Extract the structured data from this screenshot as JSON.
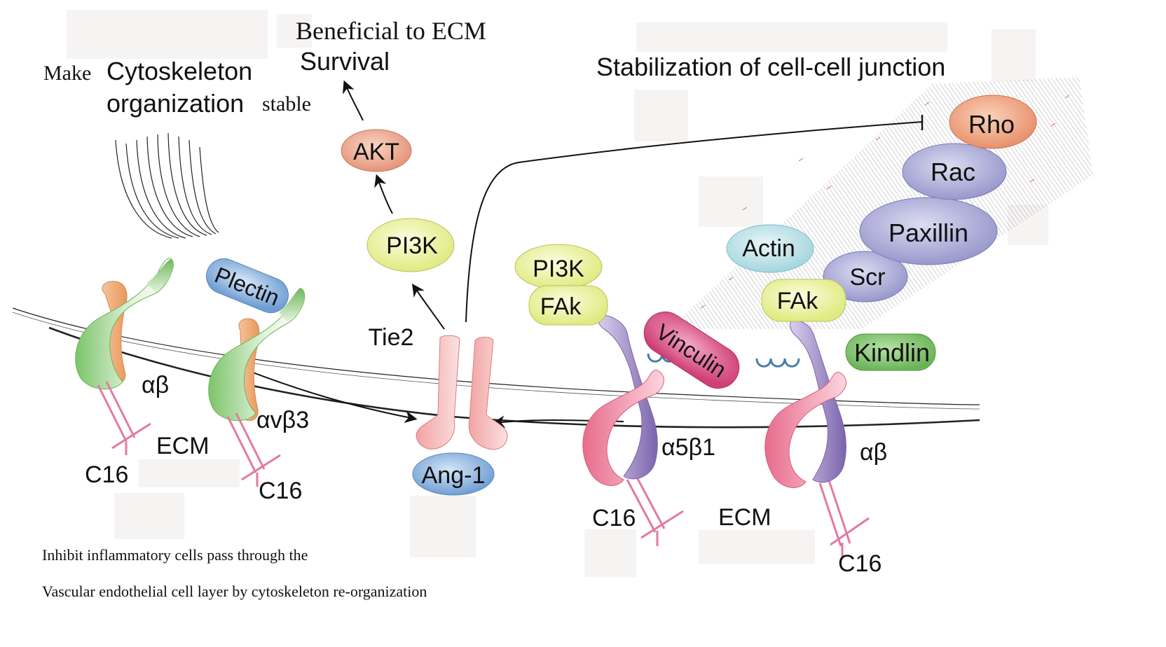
{
  "header": {
    "make_word": "Make",
    "cytoskeleton_word": "Cytoskeleton",
    "organization_word": "organization",
    "stable_word": "stable",
    "beneficial": "Beneficial to ECM",
    "survival": "Survival",
    "stabilization": "Stabilization of cell-cell junction"
  },
  "proteins": {
    "akt": "AKT",
    "pi3k_top": "PI3K",
    "pi3k_fak": "PI3K",
    "fak_left": "FAk",
    "plectin": "Plectin",
    "vinculin": "Vinculin",
    "actin": "Actin",
    "scr": "Scr",
    "fak_right": "FAk",
    "paxillin": "Paxillin",
    "rac": "Rac",
    "rho": "Rho",
    "kindlin": "Kindlin",
    "ang1": "Ang-1",
    "tie2": "Tie2"
  },
  "integrins": {
    "ab_left": "αβ",
    "avb3": "αvβ3",
    "a5b1": "α5β1",
    "ab_right": "αβ"
  },
  "ecm_labels": {
    "ecm_left": "ECM",
    "ecm_right": "ECM",
    "c16_1": "C16",
    "c16_2": "C16",
    "c16_3": "C16",
    "c16_4": "C16"
  },
  "footer": {
    "line1": "Inhibit inflammatory cells pass through  the",
    "line2": "Vascular endothelial cell layer by cytoskeleton re-organization"
  },
  "colors": {
    "green": "#7cc46a",
    "orange": "#f0a66e",
    "pink": "#ec7f9a",
    "purple": "#8d78b8",
    "blue": "#7aa6d8",
    "yellow": "#e8ef90",
    "salmon": "#ec9c7e",
    "lavender": "#a9a8d8",
    "cyan": "#bfe4ea",
    "magenta": "#d6487c"
  }
}
